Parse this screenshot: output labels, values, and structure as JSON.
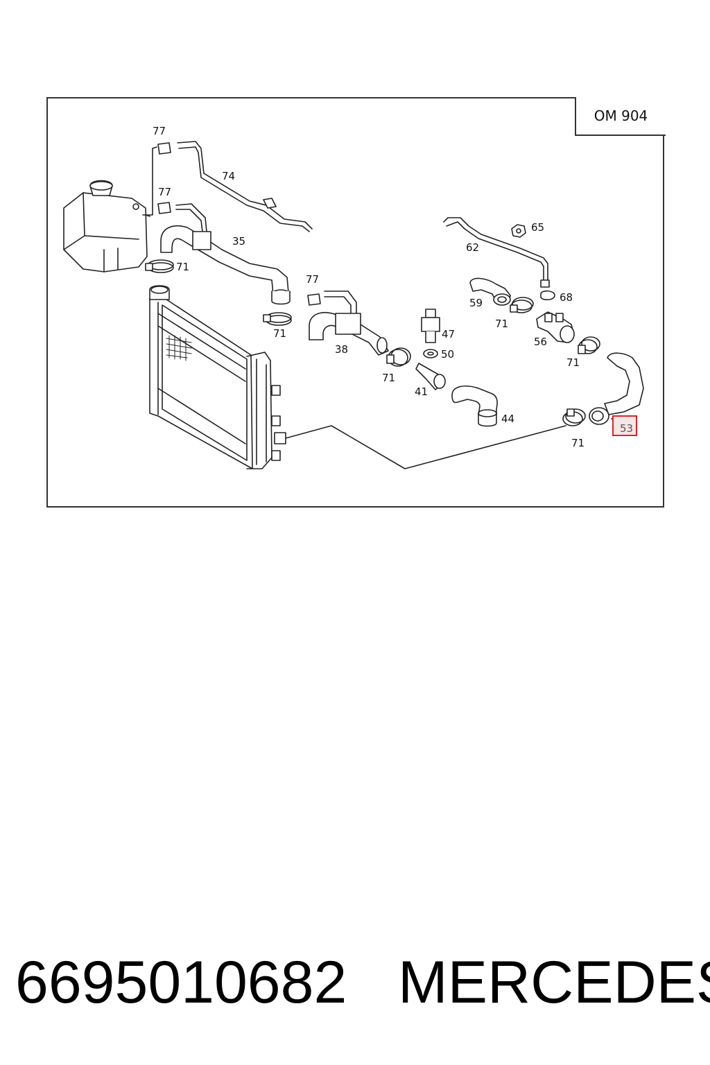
{
  "diagram": {
    "engine_code": "OM 904",
    "highlight_color": "#e0202a",
    "highlighted_part": "53",
    "callouts": {
      "c77a": "77",
      "c74": "74",
      "c77b": "77",
      "c35": "35",
      "c71a": "71",
      "c77c": "77",
      "c71b": "71",
      "c38": "38",
      "c71c": "71",
      "c47": "47",
      "c50": "50",
      "c41": "41",
      "c44": "44",
      "c62": "62",
      "c65": "65",
      "c59": "59",
      "c68": "68",
      "c71d": "71",
      "c56": "56",
      "c71e": "71",
      "c53": "53",
      "c71f": "71"
    }
  },
  "footer": {
    "part_number": "6695010682",
    "brand": "MERCEDES"
  }
}
